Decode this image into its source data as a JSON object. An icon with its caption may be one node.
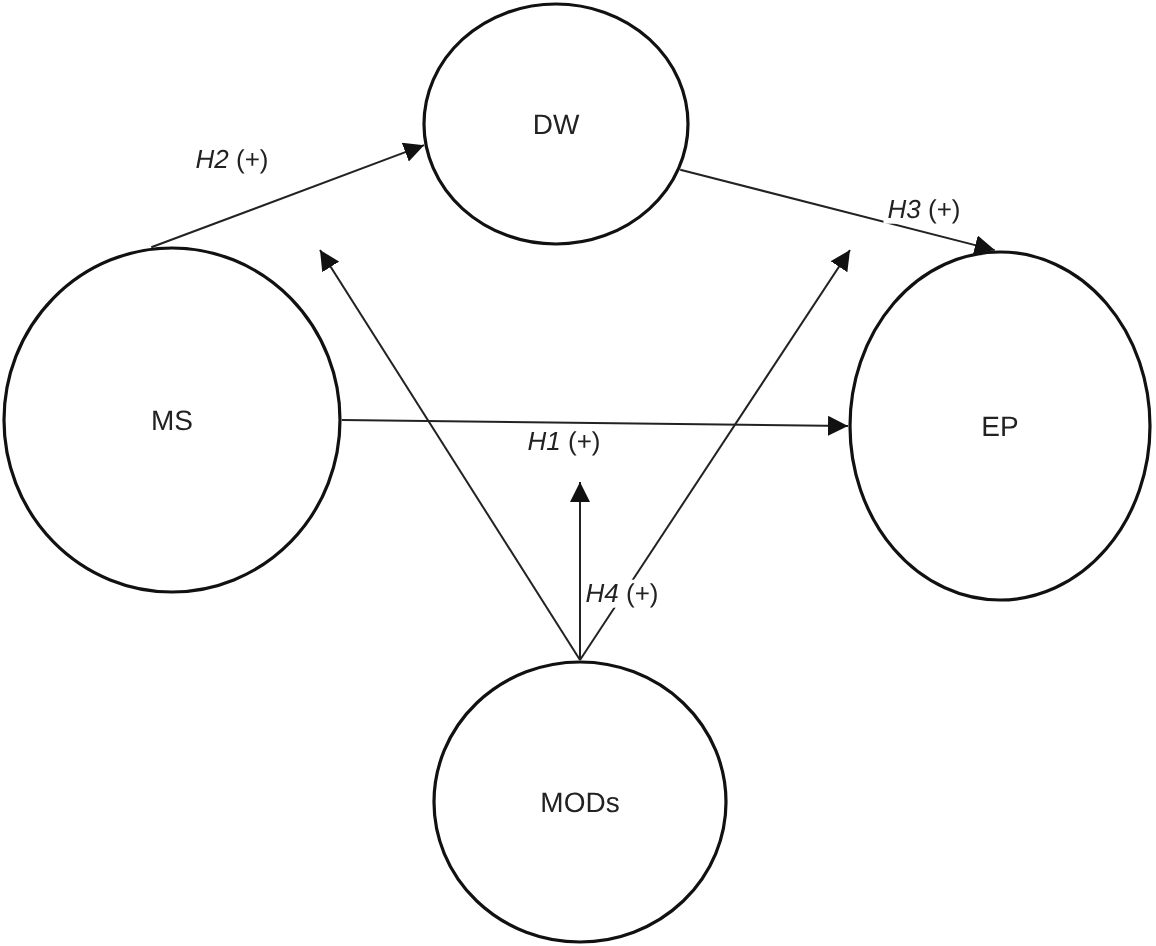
{
  "diagram": {
    "nodes": [
      {
        "text": [
          "DW"
        ]
      },
      {
        "text": [
          "MS"
        ]
      },
      {
        "text": [
          "EP"
        ]
      },
      {
        "text": [
          "MODs"
        ]
      }
    ],
    "edges": [
      {
        "from": 1,
        "to": 0,
        "arrow": "to",
        "label": "*H2* (+)"
      },
      {
        "from": 0,
        "to": 2,
        "arrow": "to",
        "label": "*H3* (+)"
      },
      {
        "from": 1,
        "to": 2,
        "arrow": "to",
        "label": "*H1* (+)"
      },
      {
        "from": 3,
        "to": null,
        "arrow": "to",
        "label": "*H4* (+)"
      },
      {
        "from": 3,
        "to": null,
        "arrow": "to"
      },
      {
        "from": 3,
        "to": null,
        "arrow": "to"
      }
    ]
  }
}
